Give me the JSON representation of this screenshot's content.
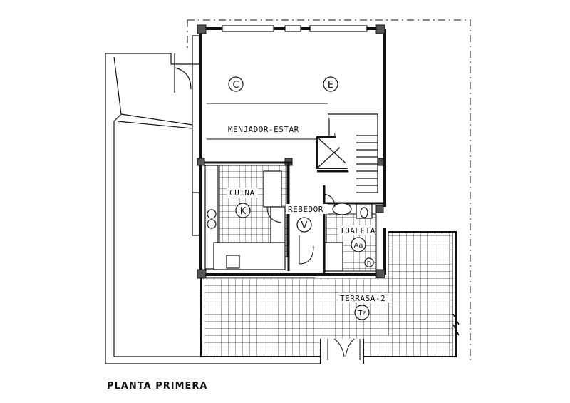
{
  "plan": {
    "title": "PLANTA PRIMERA",
    "rooms": {
      "menjador": "MENJADOR-ESTAR",
      "cuina": "CUINA",
      "rebedor": "REBEDOR",
      "toaleta": "TOALETA",
      "terrasa": "TERRASA-2"
    },
    "tags": {
      "c": "C",
      "e": "E",
      "k": "K",
      "v": "V",
      "aa": "Aa",
      "tz": "Tz",
      "d": "D"
    }
  },
  "colors": {
    "ink": "#111111",
    "paper": "#ffffff",
    "grid": "#333333"
  }
}
